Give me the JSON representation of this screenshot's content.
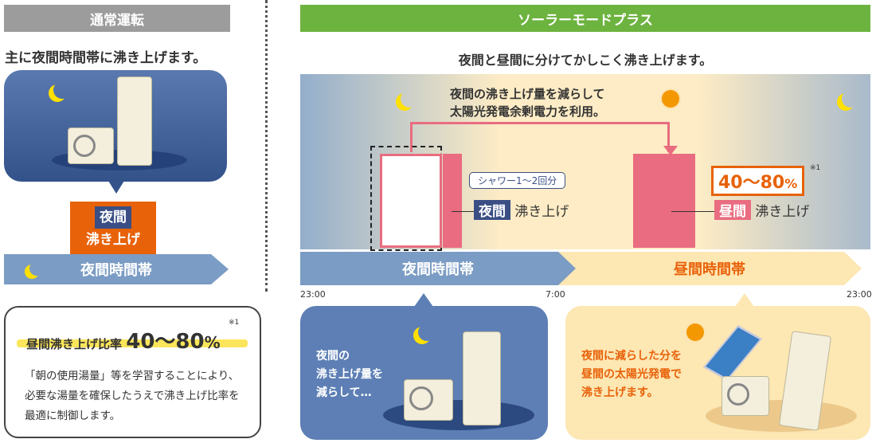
{
  "left": {
    "header": "通常運転",
    "heading": "主に夜間時間帯に沸き上げます。",
    "box_tag": "夜間",
    "box_label": "沸き上げ",
    "band": "夜間時間帯",
    "note": {
      "title": "昼間沸き上げ比率",
      "value": "40〜80",
      "unit": "%",
      "footnote": "※1",
      "body": "「朝の使用湯量」等を学習することにより、必要な湯量を確保したうえで沸き上げ比率を最適に制御します。"
    }
  },
  "right": {
    "header": "ソーラーモードプラス",
    "heading": "夜間と昼間に分けてかしこく沸き上げます。",
    "callout_line1": "夜間の沸き上げ量を減らして",
    "callout_line2": "太陽光発電余剰電力を利用。",
    "shower": "シャワー1〜2回分",
    "night_tag": "夜間",
    "night_label": "沸き上げ",
    "percent": "40〜80",
    "percent_unit": "%",
    "footnote": "※1",
    "day_tag": "昼間",
    "day_label": "沸き上げ",
    "band_night": "夜間時間帯",
    "band_day": "昼間時間帯",
    "times": [
      "23:00",
      "7:00",
      "23:00"
    ],
    "panel_night": "夜間の\n沸き上げ量を\n減らして…",
    "panel_day": "夜間に減らした分を\n昼間の太陽光発電で\n沸き上げます。"
  },
  "colors": {
    "green": "#6db33f",
    "gray": "#9c9c9c",
    "orange": "#e8620a",
    "pink": "#e96c80",
    "navy": "#3b4f85",
    "blue": "#7b9cc4"
  }
}
